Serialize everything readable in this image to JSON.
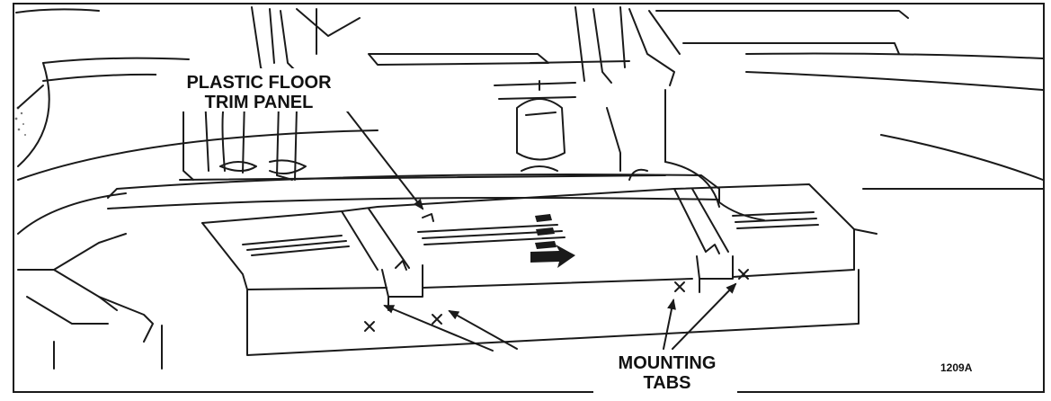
{
  "labels": {
    "callout_top_line1": "PLASTIC FLOOR",
    "callout_top_line2": "TRIM PANEL",
    "callout_bottom_line1": "MOUNTING",
    "callout_bottom_line2": "TABS",
    "figure_id": "1209A"
  },
  "colors": {
    "line": "#1a1a1a",
    "background": "#ffffff"
  }
}
